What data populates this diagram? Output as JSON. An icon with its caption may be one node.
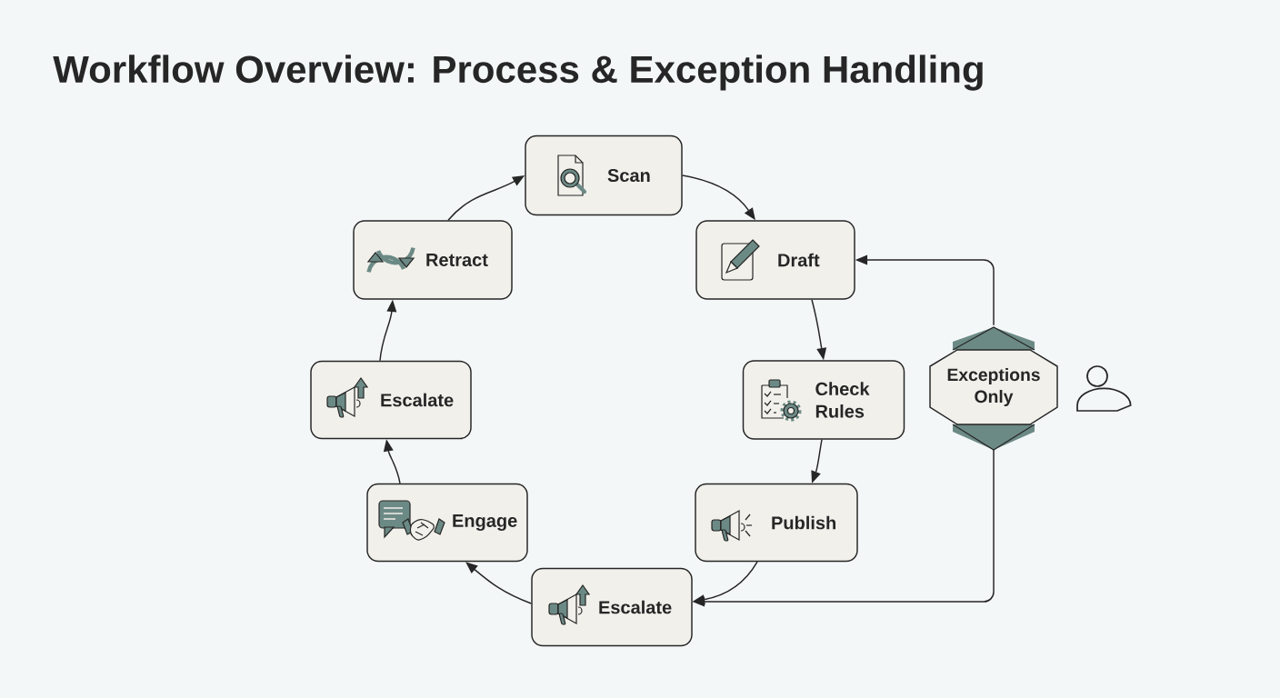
{
  "diagram": {
    "title": "Workflow Overview: Process & Exception Handling",
    "nodes": [
      {
        "text": [
          "Scan"
        ]
      },
      {
        "text": [
          "Draft"
        ]
      },
      {
        "text": [
          "Check Rules"
        ]
      },
      {
        "text": [
          "Publish"
        ]
      },
      {
        "text": [
          "Escalate"
        ]
      },
      {
        "text": [
          "Engage"
        ]
      },
      {
        "text": [
          "Escalate"
        ]
      },
      {
        "text": [
          "Retract"
        ]
      },
      {
        "text": [
          "Exceptions Only"
        ]
      }
    ],
    "edges": [
      {
        "from": 0,
        "to": 1,
        "arrow": "to"
      },
      {
        "from": 1,
        "to": 2,
        "arrow": "to"
      },
      {
        "from": 2,
        "to": 3,
        "arrow": "to"
      },
      {
        "from": 3,
        "to": 4,
        "arrow": "to"
      },
      {
        "from": 4,
        "to": 5,
        "arrow": "to"
      },
      {
        "from": 5,
        "to": 6,
        "arrow": "to"
      },
      {
        "from": 6,
        "to": 7,
        "arrow": "to"
      },
      {
        "from": 7,
        "to": 0,
        "arrow": "to"
      },
      {
        "from": 8,
        "to": 1,
        "arrow": "to"
      },
      {
        "from": 8,
        "to": 4,
        "arrow": "to"
      }
    ]
  }
}
